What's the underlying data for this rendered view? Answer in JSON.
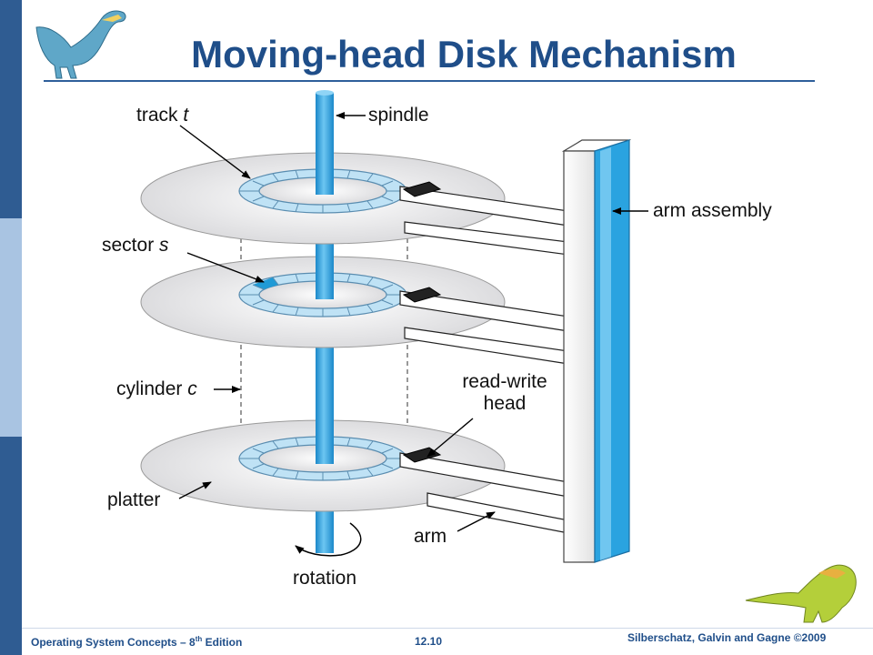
{
  "slide": {
    "title": "Moving-head Disk Mechanism"
  },
  "labels": {
    "track": "track",
    "track_var": "t",
    "spindle": "spindle",
    "arm_assembly": "arm assembly",
    "sector": "sector",
    "sector_var": "s",
    "cylinder": "cylinder",
    "cylinder_var": "c",
    "read_write_line1": "read-write",
    "read_write_line2": "head",
    "platter": "platter",
    "arm": "arm",
    "rotation": "rotation"
  },
  "footer": {
    "left_prefix": "Operating System Concepts – 8",
    "left_sup": "th",
    "left_suffix": " Edition",
    "center": "12.10",
    "right": "Silberschatz, Galvin and Gagne ©2009"
  },
  "colors": {
    "accent": "#1f4e89",
    "spindle": "#2aa3e0",
    "track": "#bfe2f5",
    "sector_highlight": "#1f9ad6"
  }
}
